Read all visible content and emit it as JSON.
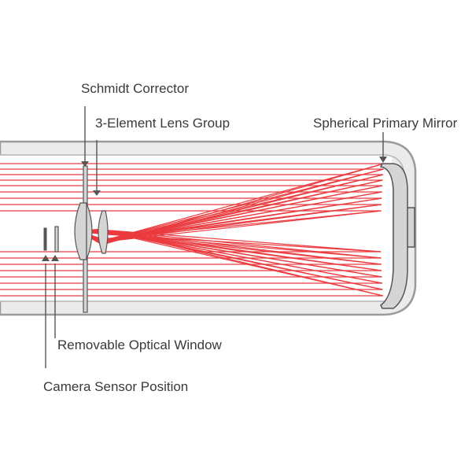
{
  "labels": {
    "schmidt_corrector": "Schmidt Corrector",
    "lens_group": "3-Element Lens Group",
    "primary_mirror": "Spherical Primary Mirror",
    "optical_window": "Removable Optical Window",
    "camera_sensor": "Camera Sensor Position"
  },
  "colors": {
    "tube_fill": "#ebebeb",
    "tube_stroke": "#9a9a9a",
    "rays": "#e8262b",
    "component_fill": "#d5d5d5",
    "component_stroke": "#555555",
    "leader": "#555555",
    "text": "#3a3a3a"
  }
}
